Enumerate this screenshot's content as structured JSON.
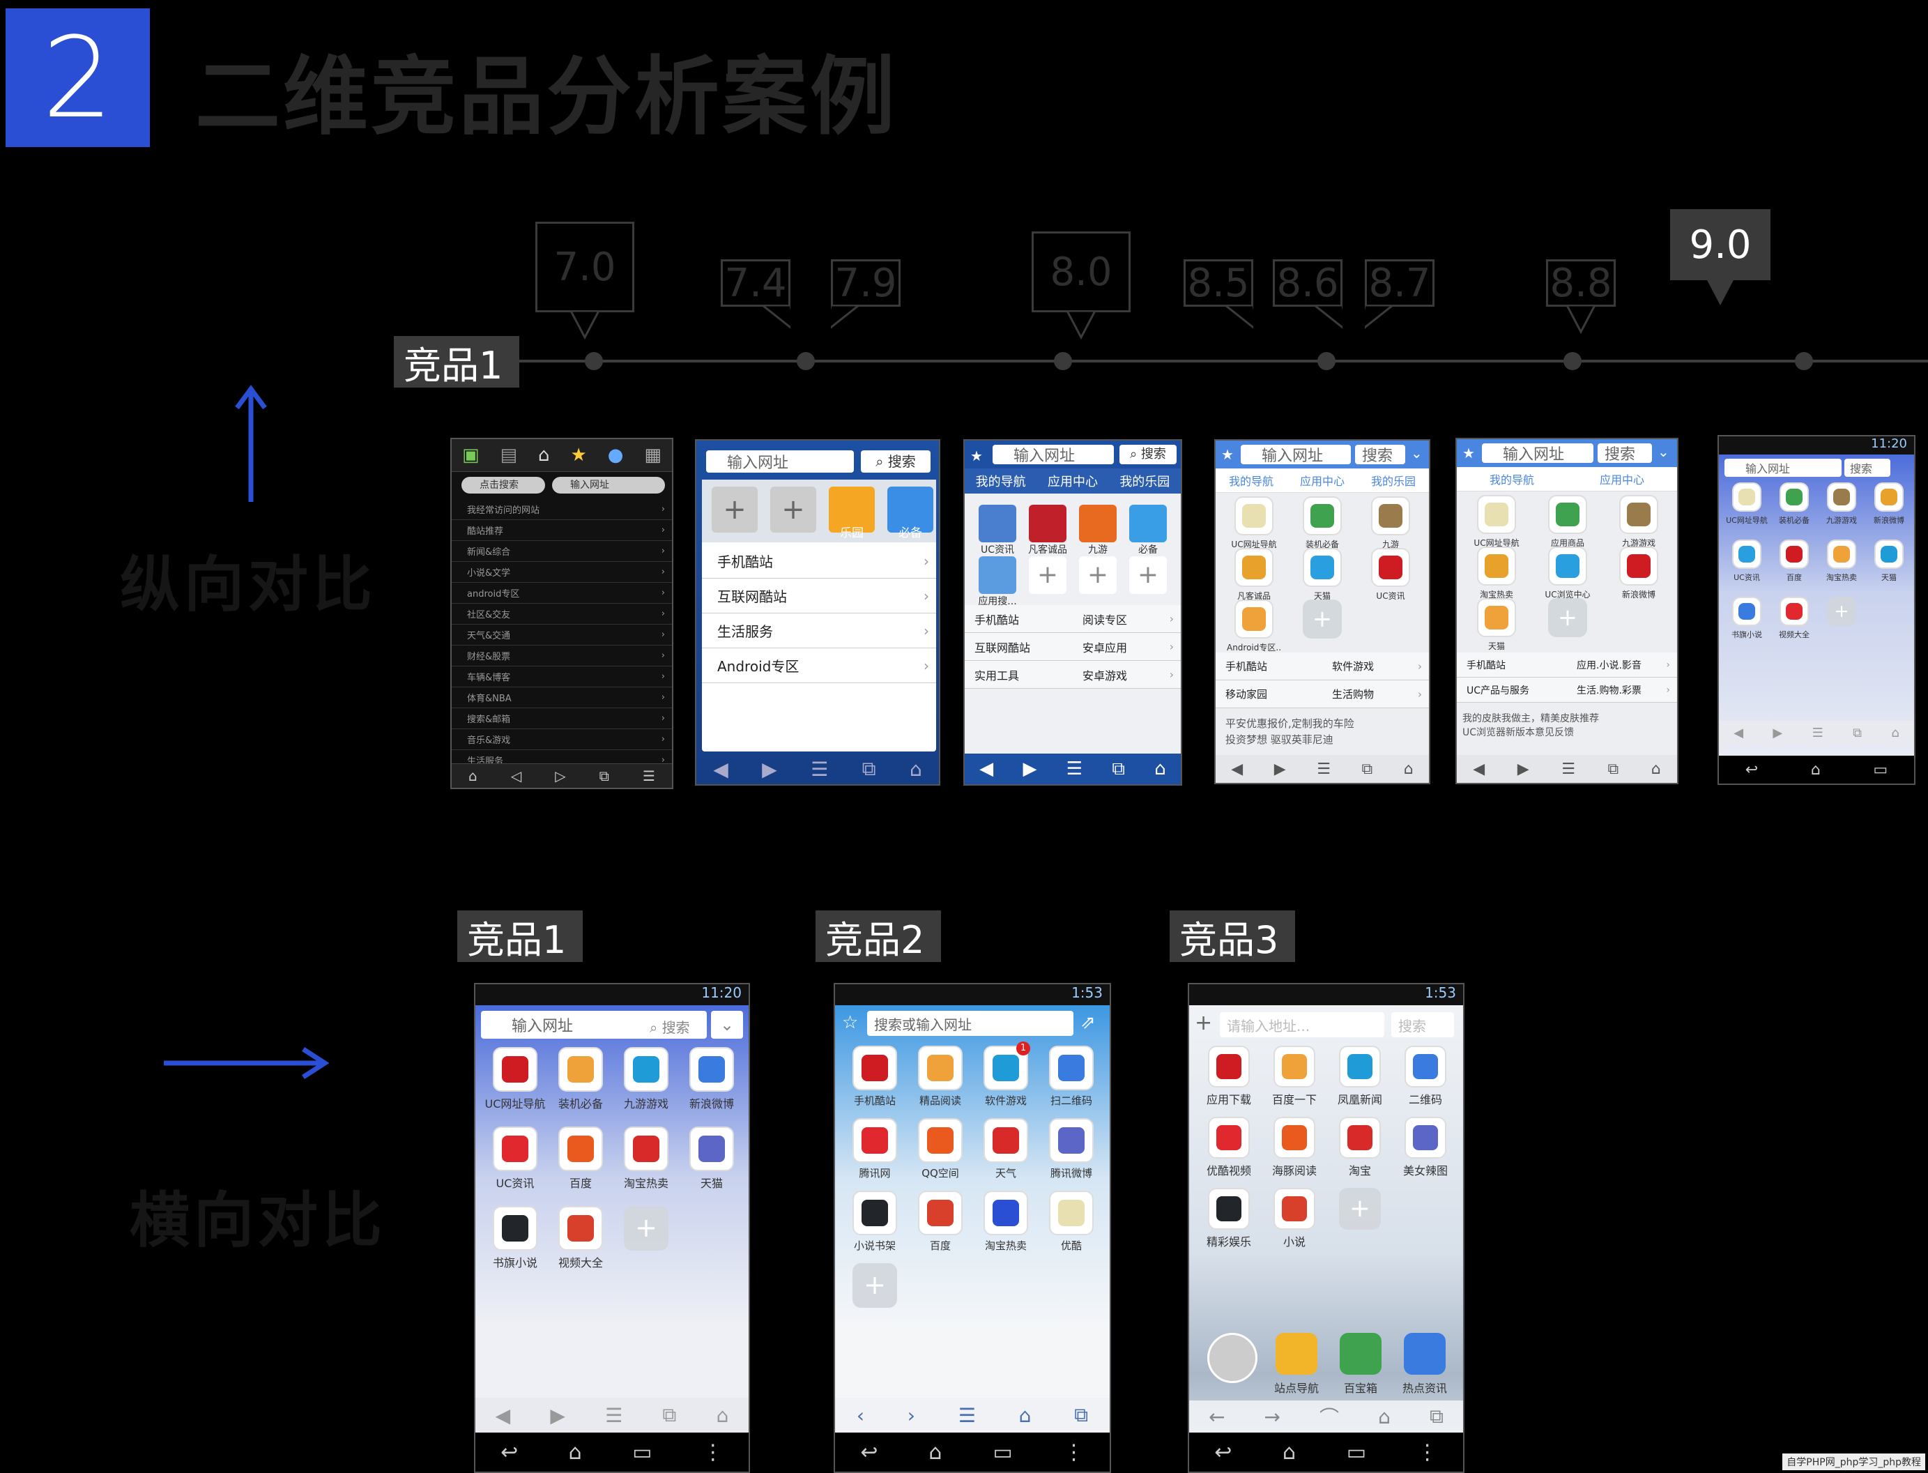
{
  "header": {
    "section_number": "2",
    "title": "二维竞品分析案例"
  },
  "vertical": {
    "label": "纵向对比",
    "product_tag": "竞品1",
    "versions": [
      "7.0",
      "7.4",
      "7.9",
      "8.0",
      "8.5",
      "8.6",
      "8.7",
      "8.8",
      "9.0"
    ],
    "current_version": "9.0"
  },
  "horizontal": {
    "label": "横向对比",
    "tags": [
      "竞品1",
      "竞品2",
      "竞品3"
    ]
  },
  "shots": {
    "v70": {
      "search": "点击搜索",
      "url": "输入网址",
      "rows": [
        "我经常访问的网站",
        "酷站推荐",
        "新闻&综合",
        "小说&文学",
        "android专区",
        "社区&交友",
        "天气&交通",
        "财经&股票",
        "车辆&博客",
        "体育&NBA",
        "搜索&邮箱",
        "音乐&游戏",
        "生活服务"
      ]
    },
    "v74": {
      "url": "输入网址",
      "search": "搜索",
      "tiles": [
        "乐园",
        "必备"
      ],
      "rows": [
        "手机酷站",
        "互联网酷站",
        "生活服务",
        "Android专区"
      ]
    },
    "v80": {
      "url": "输入网址",
      "search": "搜索",
      "tabs": [
        "我的导航",
        "应用中心",
        "我的乐园"
      ],
      "tiles": [
        "UC资讯",
        "凡客诚品",
        "九游",
        "必备",
        "应用搜..."
      ],
      "rows": [
        [
          "手机酷站",
          "阅读专区"
        ],
        [
          "互联网酷站",
          "安卓应用"
        ],
        [
          "实用工具",
          "安卓游戏"
        ]
      ]
    },
    "v85": {
      "url": "输入网址",
      "search": "搜索",
      "tabs": [
        "我的导航",
        "应用中心",
        "我的乐园"
      ],
      "tiles": [
        "UC网址导航",
        "装机必备",
        "九游",
        "凡客诚品",
        "天猫",
        "UC资讯",
        "Android专区.."
      ],
      "rows": [
        [
          "手机酷站",
          "软件游戏"
        ],
        [
          "移动家园",
          "生活购物"
        ]
      ],
      "notes": [
        "平安优惠报价,定制我的车险",
        "投资梦想  驱驭英菲尼迪"
      ]
    },
    "v88": {
      "url": "输入网址",
      "search": "搜索",
      "tabs": [
        "我的导航",
        "应用中心"
      ],
      "tiles": [
        "UC网址导航",
        "应用商品",
        "九游游戏",
        "淘宝热卖",
        "UC浏览中心",
        "新浪微博",
        "天猫"
      ],
      "rows": [
        [
          "手机酷站",
          "应用.小说.影音"
        ],
        [
          "UC产品与服务",
          "生活.购物.彩票"
        ]
      ],
      "notes": [
        "我的皮肤我做主，精美皮肤推荐",
        "UC浏览器新版本意见反馈"
      ]
    },
    "v90": {
      "time": "11:20",
      "url": "输入网址",
      "search": "搜索",
      "tiles": [
        "UC网址导航",
        "装机必备",
        "九游游戏",
        "新浪微博",
        "UC资讯",
        "百度",
        "淘宝热卖",
        "天猫",
        "书旗小说",
        "视频大全"
      ]
    },
    "p1": {
      "time": "11:20",
      "url": "输入网址",
      "search": "搜索",
      "tiles": [
        "UC网址导航",
        "装机必备",
        "九游游戏",
        "新浪微博",
        "UC资讯",
        "百度",
        "淘宝热卖",
        "天猫",
        "书旗小说",
        "视频大全"
      ],
      "tile_texts": [
        "书旗小说"
      ]
    },
    "p2": {
      "time": "1:53",
      "url": "搜索或输入网址",
      "tiles": [
        "手机酷站",
        "精品阅读",
        "软件游戏",
        "扫二维码",
        "腾讯网",
        "QQ空间",
        "天气",
        "腾讯微博",
        "小说书架",
        "百度",
        "淘宝热卖",
        "优酷"
      ],
      "badge": "1"
    },
    "p3": {
      "time": "1:53",
      "url": "请输入地址...",
      "search": "搜索",
      "tiles": [
        "应用下载",
        "百度一下",
        "凤凰新闻",
        "二维码",
        "优酷视频",
        "海豚阅读",
        "淘宝",
        "美女辣图",
        "精彩娱乐",
        "小说"
      ],
      "dock": [
        "站点导航",
        "百宝箱",
        "热点资讯"
      ]
    }
  },
  "watermark": "自学PHP网_php学习_php教程",
  "colors": {
    "accent": "#2a4fd4",
    "timeline": "#3a3a3a",
    "arrow": "#2a4fd4"
  }
}
